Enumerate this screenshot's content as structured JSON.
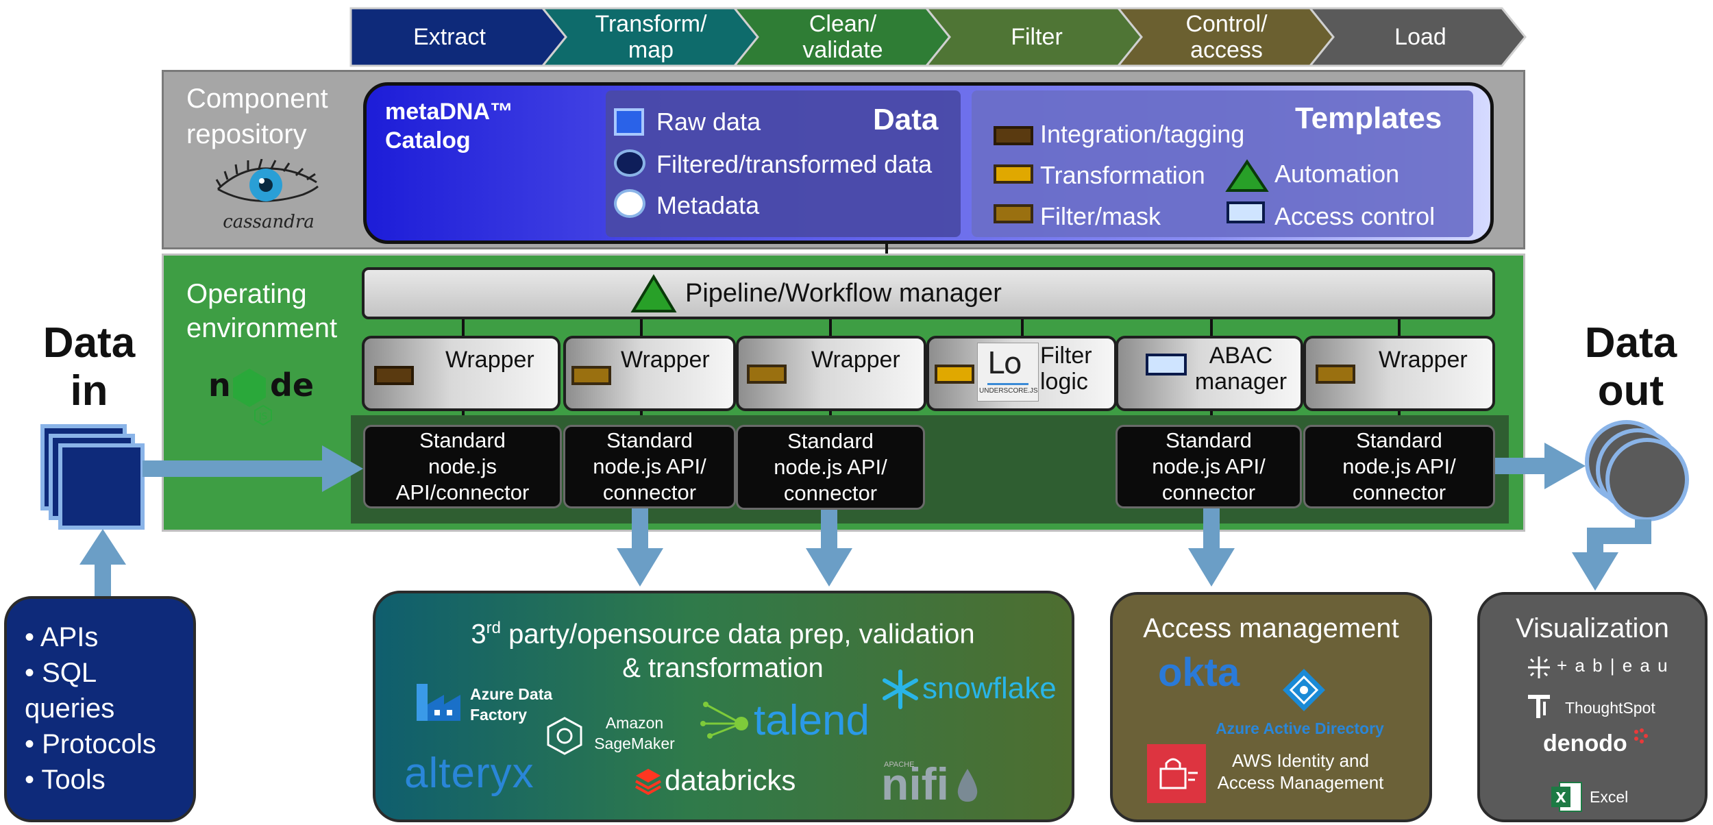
{
  "stages": [
    "Extract",
    "Transform/ map",
    "Clean/ validate",
    "Filter",
    "Control/ access",
    "Load"
  ],
  "stage_colors": [
    "#0e2a7a",
    "#0e6b6b",
    "#2f7d35",
    "#4f7535",
    "#6b6030",
    "#5a5a5a"
  ],
  "component_repository": {
    "title_line1": "Component",
    "title_line2": "repository",
    "logo_text": "cassandra"
  },
  "catalog": {
    "line1": "metaDNA™",
    "line2": "Catalog"
  },
  "data_legend": {
    "title": "Data",
    "items": [
      "Raw data",
      "Filtered/transformed data",
      "Metadata"
    ]
  },
  "templates_legend": {
    "title": "Templates",
    "items": [
      "Integration/tagging",
      "Transformation",
      "Filter/mask",
      "Automation",
      "Access control"
    ]
  },
  "operating_environment": {
    "title_line1": "Operating",
    "title_line2": "environment",
    "node_logo": "node"
  },
  "pipeline_manager": "Pipeline/Workflow manager",
  "wrappers": [
    "Wrapper",
    "Wrapper",
    "Wrapper",
    "Filter logic",
    "ABAC manager",
    "Wrapper"
  ],
  "underscore_logo": {
    "glyph": "Lo",
    "text": "UNDERSCORE.JS"
  },
  "connectors": [
    "Standard node.js API/connector",
    "Standard node.js API/ connector",
    "Standard node.js API/ connector",
    "Standard node.js API/ connector",
    "Standard node.js API/ connector"
  ],
  "data_in": {
    "title_line1": "Data",
    "title_line2": "in",
    "sources": [
      "APIs",
      "SQL queries",
      "Protocols",
      "Tools"
    ]
  },
  "data_out": {
    "title_line1": "Data",
    "title_line2": "out"
  },
  "third_party": {
    "title_line1_pre": "3",
    "title_line1_sup": "rd",
    "title_line1_post": " party/opensource data prep, validation",
    "title_line2": "& transformation",
    "tools": {
      "azure_df": "Azure Data Factory",
      "sagemaker": "Amazon SageMaker",
      "talend": "talend",
      "snowflake": "snowflake",
      "alteryx": "alteryx",
      "databricks": "databricks",
      "nifi_small": "APACHE",
      "nifi": "nifi"
    }
  },
  "access_management": {
    "title": "Access management",
    "okta": "okta",
    "azure_ad": "Azure Active Directory",
    "aws_iam": "AWS Identity and Access Management"
  },
  "visualization": {
    "title": "Visualization",
    "tools": [
      "+ a b | e a u",
      "ThoughtSpot",
      "denodo",
      "Excel"
    ]
  }
}
